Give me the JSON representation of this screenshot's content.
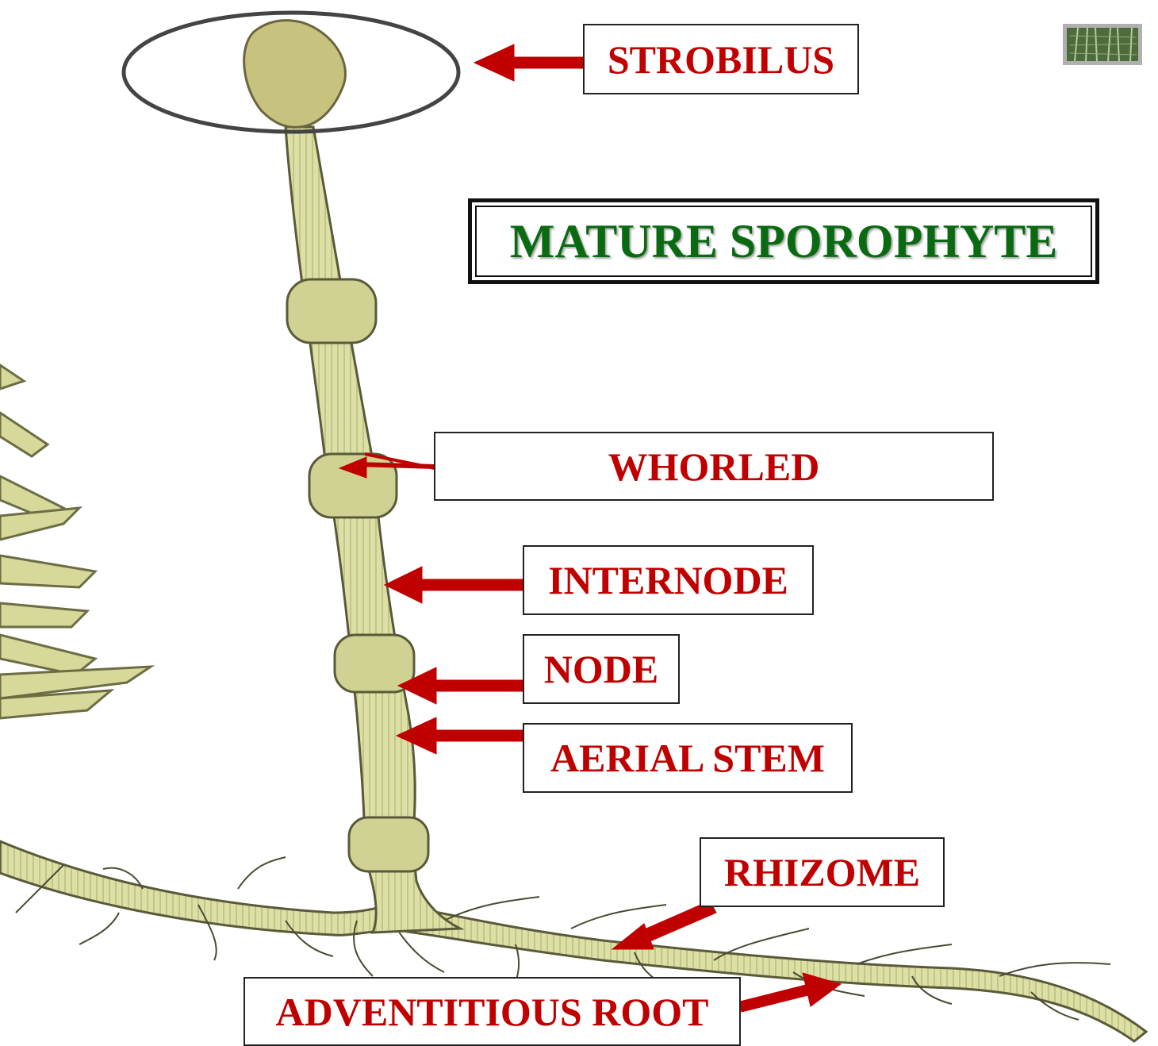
{
  "title": "MATURE SPOROPHYTE",
  "labels": {
    "strobilus": "STROBILUS",
    "whorled": "WHORLED",
    "internode": "INTERNODE",
    "node": "NODE",
    "aerial_stem": "AERIAL STEM",
    "rhizome": "RHIZOME",
    "adventitious_root": "ADVENTITIOUS ROOT"
  },
  "colors": {
    "label_text": "#c00000",
    "arrow": "#c00000",
    "title_text": "#0a6a12",
    "plant": "#d8dca0",
    "plant_outline": "#5a5a3a"
  },
  "icons": {
    "thumbnail": "horsetail-photo-thumbnail-icon"
  }
}
